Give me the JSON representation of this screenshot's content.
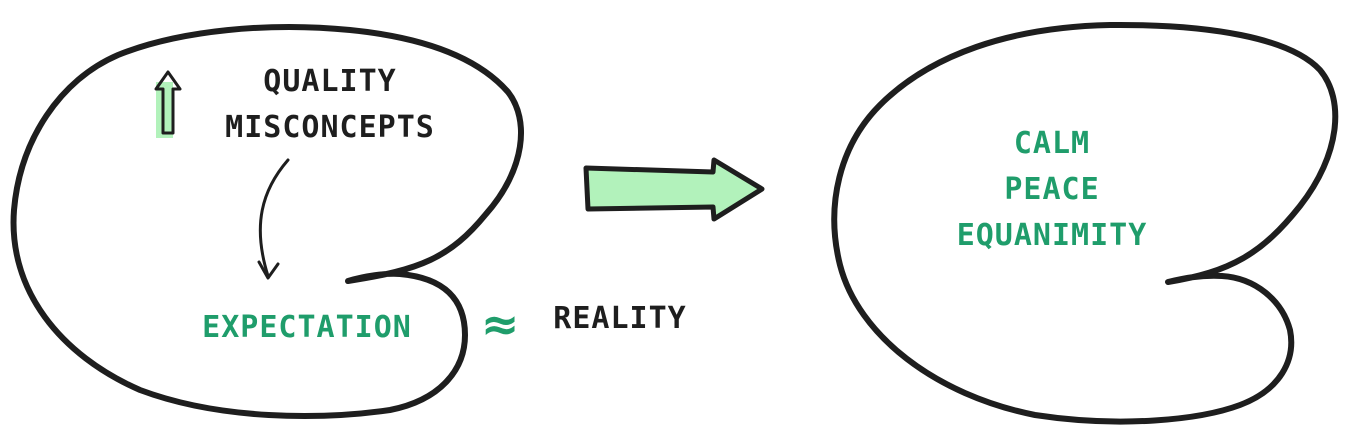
{
  "diagram": {
    "left_blob": {
      "lines": [
        "QUALITY",
        "MISCONCEPTS"
      ],
      "arrow_direction": "up",
      "result": "EXPECTATION"
    },
    "approx_symbol": "≈",
    "outside_label": "REALITY",
    "right_blob": {
      "lines": [
        "CALM",
        "PEACE",
        "EQUANIMITY"
      ]
    },
    "colors": {
      "ink": "#1e1e1e",
      "green_text": "#1f9d6b",
      "green_fill": "#b2f2bb"
    },
    "icons": [
      "up-hollow-arrow-icon",
      "curved-down-arrow-icon",
      "right-block-arrow-icon"
    ]
  }
}
